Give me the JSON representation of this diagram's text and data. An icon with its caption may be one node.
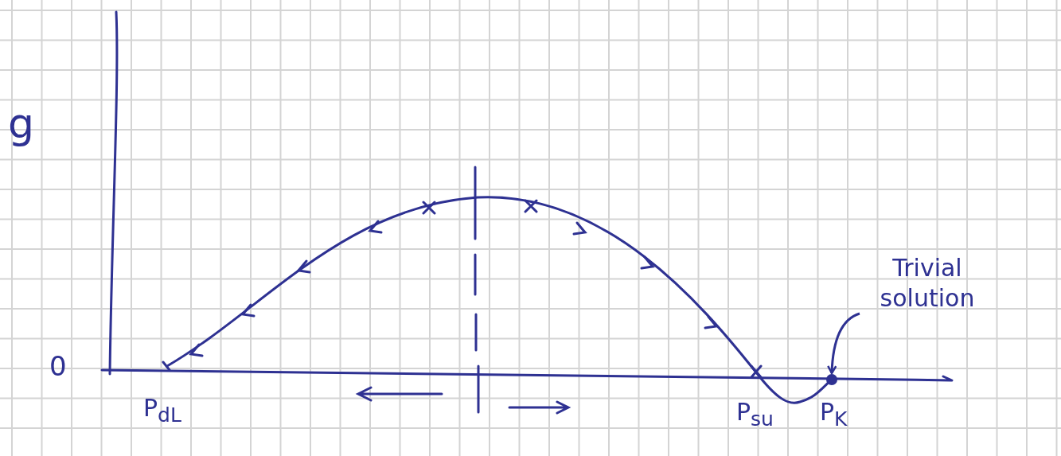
{
  "diagram": {
    "nodes": [
      {
        "text": [
          "Trivial solution"
        ]
      },
      {
        "text": [],
        "shape": "circle"
      }
    ],
    "edges": [
      {
        "from": 0,
        "to": 1,
        "arrow": "to"
      }
    ],
    "labels": [
      "g",
      "0",
      "P$_{dL}$",
      "P$_{su}$",
      "P$_{K}$"
    ]
  }
}
